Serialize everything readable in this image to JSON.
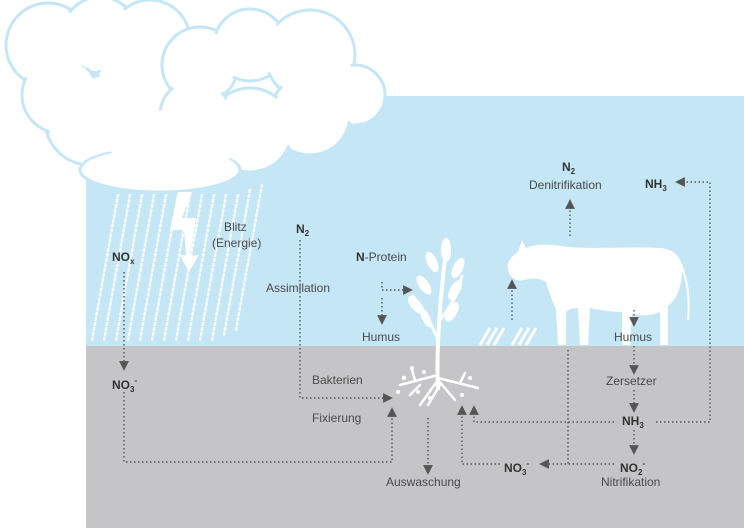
{
  "labels": {
    "lightning": "Blitz",
    "lightning_energy": "(Energie)",
    "nox_main": "NO",
    "nox_sub": "x",
    "n2_left_main": "N",
    "n2_left_sub": "2",
    "assimilation": "Assimilation",
    "nprotein_n": "N",
    "nprotein_rest": "-Protein",
    "humus_left": "Humus",
    "n2_top_main": "N",
    "n2_top_sub": "2",
    "denitrification": "Denitrifikation",
    "nh3_top_main": "NH",
    "nh3_top_sub": "3",
    "no3_left_main": "NO",
    "no3_left_sub": "3",
    "no3_left_sup": "-",
    "bacteria": "Bakterien",
    "fixation": "Fixierung",
    "leaching": "Auswaschung",
    "humus_right": "Humus",
    "decomposer": "Zersetzer",
    "nh3_mid_main": "NH",
    "nh3_mid_sub": "3",
    "no3_mid_main": "NO",
    "no3_mid_sub": "3",
    "no3_mid_sup": "-",
    "no2_main": "NO",
    "no2_sub": "2",
    "no2_sup": "-",
    "nitrification": "Nitrifikation"
  },
  "colors": {
    "sky": "#c5e6f5",
    "soil": "#c5c5c7",
    "cloud_fill": "#ffffff",
    "cloud_stroke": "#c5e6f5",
    "arrow": "#555555",
    "silhouette": "#ffffff"
  }
}
